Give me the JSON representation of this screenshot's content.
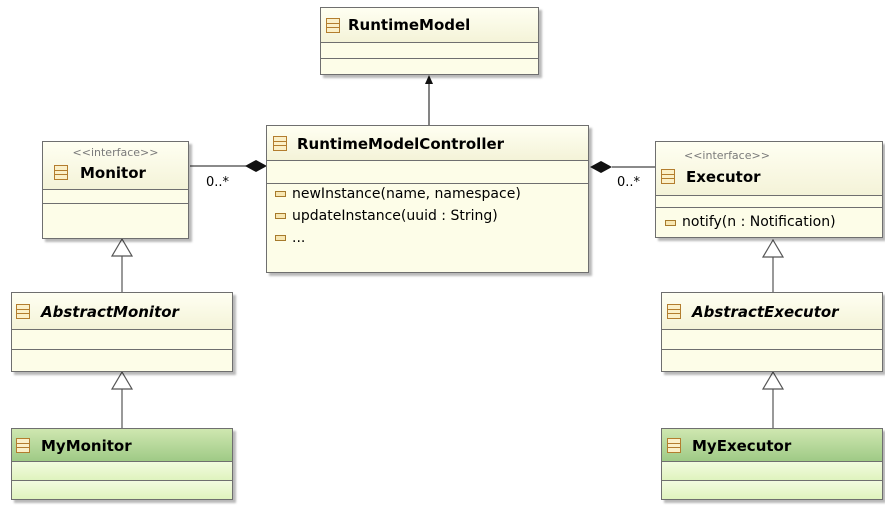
{
  "classes": {
    "runtime_model": {
      "name": "RuntimeModel"
    },
    "controller": {
      "name": "RuntimeModelController",
      "operations": [
        "newInstance(name, namespace)",
        "updateInstance(uuid : String)",
        "..."
      ]
    },
    "monitor": {
      "stereotype": "<<interface>>",
      "name": "Monitor"
    },
    "executor": {
      "stereotype": "<<interface>>",
      "name": "Executor",
      "operations": [
        "notify(n : Notification)"
      ]
    },
    "abstract_monitor": {
      "name": "AbstractMonitor"
    },
    "abstract_executor": {
      "name": "AbstractExecutor"
    },
    "my_monitor": {
      "name": "MyMonitor"
    },
    "my_executor": {
      "name": "MyExecutor"
    }
  },
  "associations": {
    "monitor_multiplicity": "0..*",
    "executor_multiplicity": "0..*"
  },
  "colors": {
    "class_fill": "#fdfde8",
    "concrete_class_fill": "#e6f5cc",
    "border": "#6f6f6f",
    "icon": "#b37d2e"
  }
}
